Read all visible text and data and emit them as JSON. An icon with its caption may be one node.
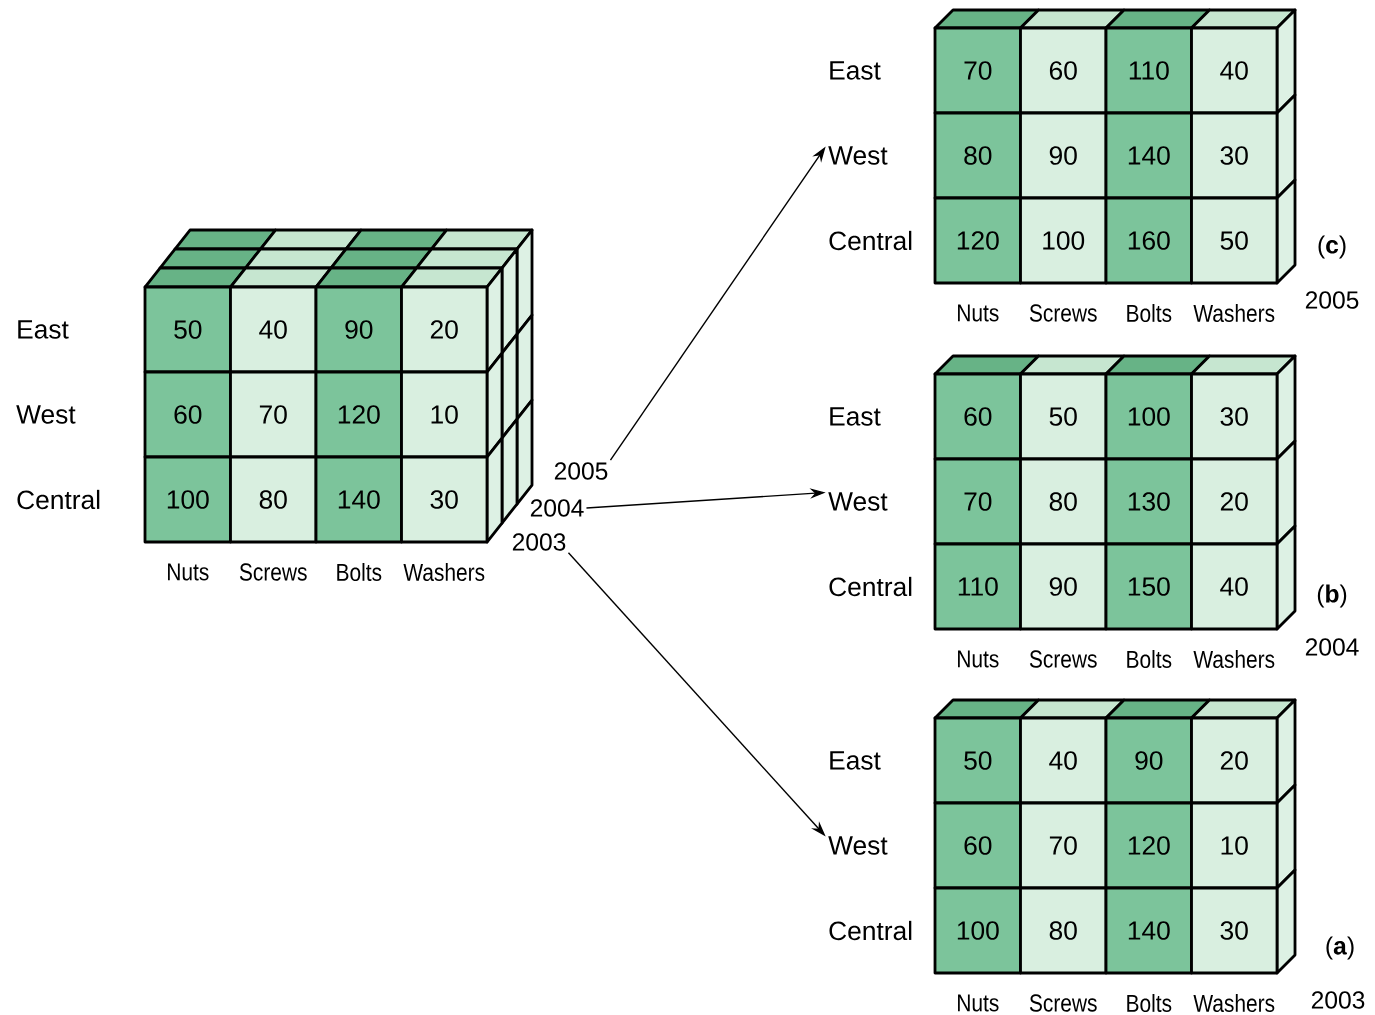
{
  "diagram": {
    "nodes": [
      {
        "text": [],
        "shape": "box",
        "beside": [
          "East",
          "West",
          "Central",
          "Nuts",
          "Screws",
          "Bolts",
          "Washers"
        ]
      },
      {
        "text": [
          "2005"
        ]
      },
      {
        "text": [
          "2004"
        ]
      },
      {
        "text": [
          "2003"
        ]
      },
      {
        "text": [],
        "shape": "box",
        "beside": [
          "East",
          "West",
          "Central",
          "Nuts",
          "Screws",
          "Bolts",
          "Washers",
          "(**c**)",
          "2005"
        ]
      },
      {
        "text": [],
        "shape": "box",
        "beside": [
          "East",
          "West",
          "Central",
          "Nuts",
          "Screws",
          "Bolts",
          "Washers",
          "(**b**)",
          "2004"
        ]
      },
      {
        "text": [],
        "shape": "box",
        "beside": [
          "East",
          "West",
          "Central",
          "Nuts",
          "Screws",
          "Bolts",
          "Washers",
          "(**a**)",
          "2003"
        ]
      }
    ],
    "edges": [
      {
        "from": 1,
        "to": 4,
        "arrow": "to"
      },
      {
        "from": 2,
        "to": 5,
        "arrow": "to"
      },
      {
        "from": 3,
        "to": 6,
        "arrow": "to"
      }
    ],
    "labels": [
      "50",
      "40",
      "90",
      "20",
      "60",
      "70",
      "120",
      "10",
      "100",
      "80",
      "140",
      "30",
      "70",
      "60",
      "110",
      "40",
      "80",
      "90",
      "140",
      "30",
      "120",
      "100",
      "160",
      "50",
      "60",
      "50",
      "100",
      "30",
      "70",
      "80",
      "130",
      "20",
      "110",
      "90",
      "150",
      "40",
      "50",
      "40",
      "90",
      "20",
      "60",
      "70",
      "120",
      "10",
      "100",
      "80",
      "140",
      "30"
    ]
  }
}
